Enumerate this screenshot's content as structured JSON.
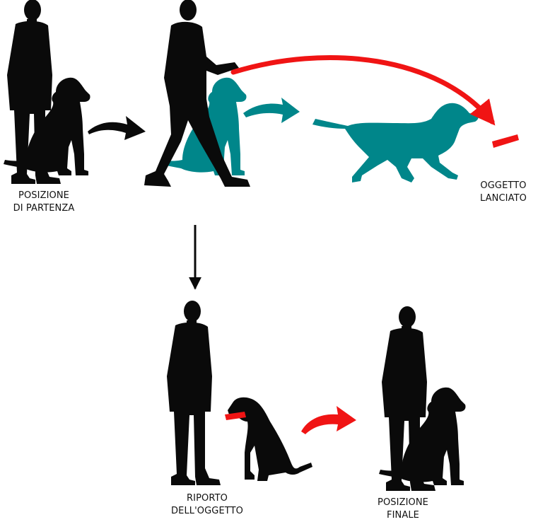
{
  "colors": {
    "silhouette": "#0a0a0a",
    "dog_teal": "#00868a",
    "arrow_red": "#f01414",
    "arrow_black": "#0a0a0a",
    "background": "#ffffff"
  },
  "labels": {
    "start": [
      "POSIZIONE",
      "DI PARTENZA"
    ],
    "thrown": [
      "OGGETTO",
      "LANCIATO"
    ],
    "retrieve": [
      "RIPORTO",
      "DELL'OGGETTO"
    ],
    "final": [
      "POSIZIONE",
      "FINALE"
    ]
  },
  "icons": {
    "person": "person-silhouette-icon",
    "dog_sitting": "sitting-dog-icon",
    "dog_running": "running-dog-icon",
    "object": "thrown-object-icon"
  }
}
